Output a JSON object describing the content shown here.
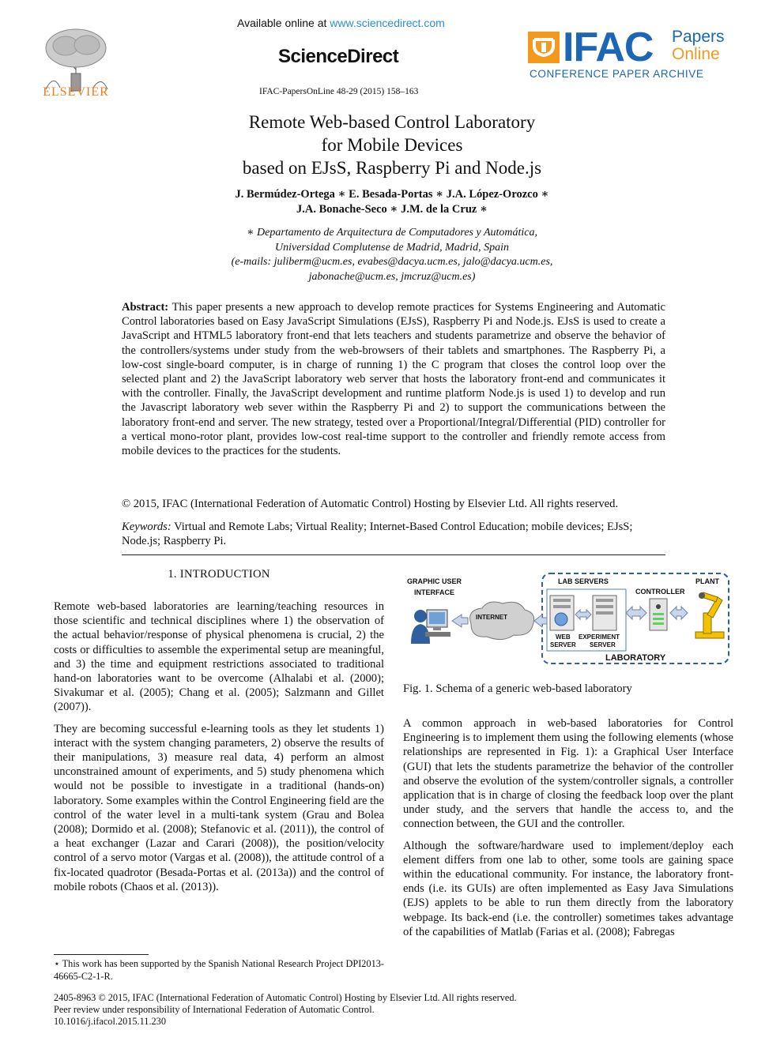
{
  "header": {
    "available_prefix": "Available online at ",
    "available_link": "www.sciencedirect.com",
    "sciencedirect_logo": "ScienceDirect",
    "journal_ref": "IFAC-PapersOnLine 48-29 (2015) 158–163",
    "elsevier_logo_text": "ELSEVIER",
    "ifac_logo": {
      "word": "IFAC",
      "papers": "Papers",
      "online": "Online",
      "archive": "CONFERENCE PAPER ARCHIVE",
      "brand_blue": "#1b66b5",
      "brand_orange": "#f39a1e"
    }
  },
  "title_lines": [
    "Remote Web-based Control Laboratory",
    "for Mobile Devices",
    "based on EJsS, Raspberry Pi and Node.js"
  ],
  "authors_lines": [
    "J. Bermúdez-Ortega ∗ E. Besada-Portas ∗ J.A. López-Orozco ∗",
    "J.A. Bonache-Seco ∗ J.M. de la Cruz ∗"
  ],
  "affiliation_lines": [
    "∗ Departamento de Arquitectura de Computadores y Automática,",
    "Universidad Complutense de Madrid, Madrid, Spain",
    "(e-mails: juliberm@ucm.es, evabes@dacya.ucm.es, jalo@dacya.ucm.es,",
    "jabonache@ucm.es, jmcruz@ucm.es)"
  ],
  "abstract": {
    "label": "Abstract:",
    "text": "This paper presents a new approach to develop remote practices for Systems Engineering and Automatic Control laboratories based on Easy JavaScript Simulations (EJsS), Raspberry Pi and Node.js. EJsS is used to create a JavaScript and HTML5 laboratory front-end that lets teachers and students parametrize and observe the behavior of the controllers/systems under study from the web-browsers of their tablets and smartphones. The Raspberry Pi, a low-cost single-board computer, is in charge of running 1) the C program that closes the control loop over the selected plant and 2) the JavaScript laboratory web server that hosts the laboratory front-end and communicates it with the controller. Finally, the JavaScript development and runtime platform Node.js is used 1) to develop and run the Javascript laboratory web sever within the Raspberry Pi and 2) to support the communications between the laboratory front-end and server. The new strategy, tested over a Proportional/Integral/Differential (PID) controller for a vertical mono-rotor plant, provides low-cost real-time support to the controller and friendly remote access from mobile devices to the practices for the students."
  },
  "copyright": "© 2015, IFAC (International Federation of Automatic Control) Hosting by Elsevier Ltd. All rights reserved.",
  "keywords": {
    "label": "Keywords:",
    "text": "Virtual and Remote Labs; Virtual Reality; Internet-Based Control Education; mobile devices; EJsS; Node.js; Raspberry Pi."
  },
  "section_title": "1.  INTRODUCTION",
  "left_paragraphs": [
    "Remote web-based laboratories are learning/teaching resources in those scientific and technical disciplines where 1) the observation of the actual behavior/response of physical phenomena is crucial, 2) the costs or difficulties to assemble the experimental setup are meaningful, and 3) the time and equipment restrictions associated to traditional hand-on laboratories want to be overcome (Alhalabi et al. (2000); Sivakumar et al. (2005); Chang et al. (2005); Salzmann and Gillet (2007)).",
    "They are becoming successful e-learning tools as they let students 1) interact with the system changing parameters, 2) observe the results of their manipulations, 3) measure real data, 4) perform an almost unconstrained amount of experiments, and 5) study phenomena which would not be possible to investigate in a traditional (hands-on) laboratory. Some examples within the Control Engineering field are the control of the water level in a multi-tank system (Grau and Bolea (2008); Dormido et al. (2008); Stefanovic et al. (2011)), the control of a heat exchanger (Lazar and Carari (2008)), the position/velocity control of a servo motor (Vargas et al. (2008)), the attitude control of a fix-located quadrotor (Besada-Portas et al. (2013a)) and the control of mobile robots (Chaos et al. (2013))."
  ],
  "figure": {
    "gui_label_1": "GRAPHIC USER",
    "gui_label_2": "INTERFACE",
    "lab_servers": "LAB SERVERS",
    "controller": "CONTROLLER",
    "plant": "PLANT",
    "internet": "INTERNET",
    "web": "WEB",
    "server": "SERVER",
    "experiment": "EXPERIMENT",
    "server2": "SERVER",
    "laboratory": "LABORATORY",
    "accent_blue": "#2f5f9e"
  },
  "figure_caption": "Fig. 1. Schema of a generic web-based laboratory",
  "right_paragraphs": [
    "A common approach in web-based laboratories for Control Engineering is to implement them using the following elements (whose relationships are represented in Fig. 1): a Graphical User Interface (GUI) that lets the students parametrize the behavior of the controller and observe the evolution of the system/controller signals, a controller application that is in charge of closing the feedback loop over the plant under study, and the servers that handle the access to, and the connection between, the GUI and the controller.",
    "Although the software/hardware used to implement/deploy each element differs from one lab to other, some tools are gaining space within the educational community. For instance, the laboratory front-ends (i.e. its GUIs) are often implemented as Easy Java Simulations (EJS) applets to be able to run them directly from the laboratory webpage. Its back-end (i.e. the controller) sometimes takes advantage of the capabilities of Matlab (Farias et al. (2008); Fabregas"
  ],
  "footnote": "⋆ This work has been supported by the Spanish National Research Project DPI2013-46665-C2-1-R.",
  "bottom_lines": [
    "2405-8963 © 2015, IFAC (International Federation of Automatic Control) Hosting by Elsevier Ltd. All rights reserved.",
    "Peer review under responsibility of International Federation of Automatic Control.",
    "10.1016/j.ifacol.2015.11.230"
  ]
}
